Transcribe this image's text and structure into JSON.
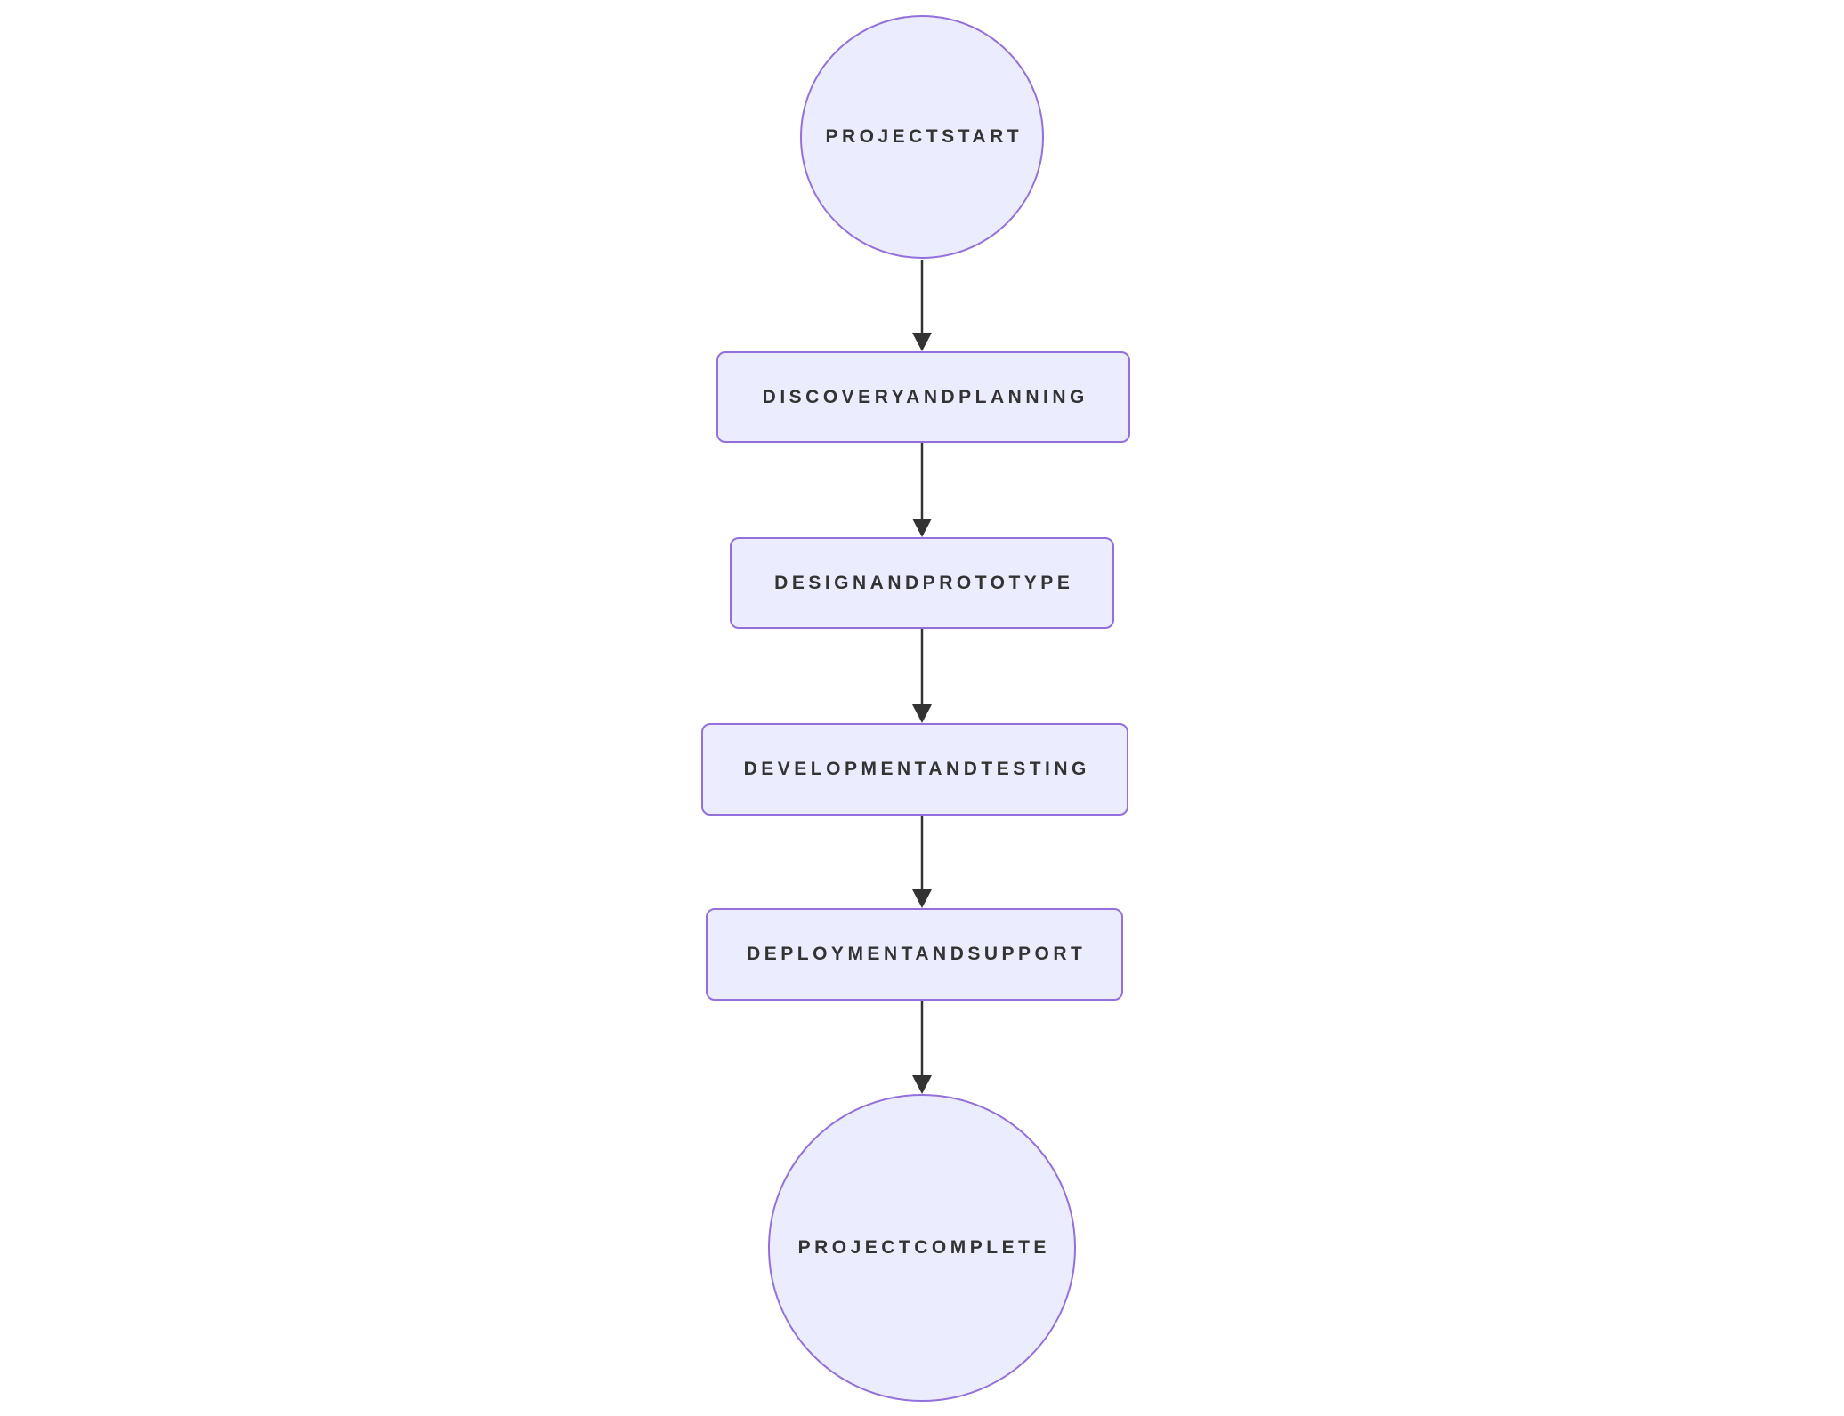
{
  "diagram": {
    "type": "flowchart",
    "direction": "top-down",
    "nodes": [
      {
        "id": "projectStart",
        "label": "PROJECTSTART",
        "shape": "circle"
      },
      {
        "id": "discoveryAndPlanning",
        "label": "DISCOVERYANDPLANNING",
        "shape": "rounded-rect"
      },
      {
        "id": "designAndPrototype",
        "label": "DESIGNANDPROTOTYPE",
        "shape": "rounded-rect"
      },
      {
        "id": "developmentAndTesting",
        "label": "DEVELOPMENTANDTESTING",
        "shape": "rounded-rect"
      },
      {
        "id": "deploymentAndSupport",
        "label": "DEPLOYMENTANDSUPPORT",
        "shape": "rounded-rect"
      },
      {
        "id": "projectComplete",
        "label": "PROJECTCOMPLETE",
        "shape": "circle"
      }
    ],
    "edges": [
      {
        "from": "projectStart",
        "to": "discoveryAndPlanning"
      },
      {
        "from": "discoveryAndPlanning",
        "to": "designAndPrototype"
      },
      {
        "from": "designAndPrototype",
        "to": "developmentAndTesting"
      },
      {
        "from": "developmentAndTesting",
        "to": "deploymentAndSupport"
      },
      {
        "from": "deploymentAndSupport",
        "to": "projectComplete"
      }
    ],
    "colors": {
      "node_fill": "#ECECFF",
      "node_border": "#9370DB",
      "label_text": "#333333",
      "edge": "#333333",
      "background": "#FFFFFF"
    }
  }
}
